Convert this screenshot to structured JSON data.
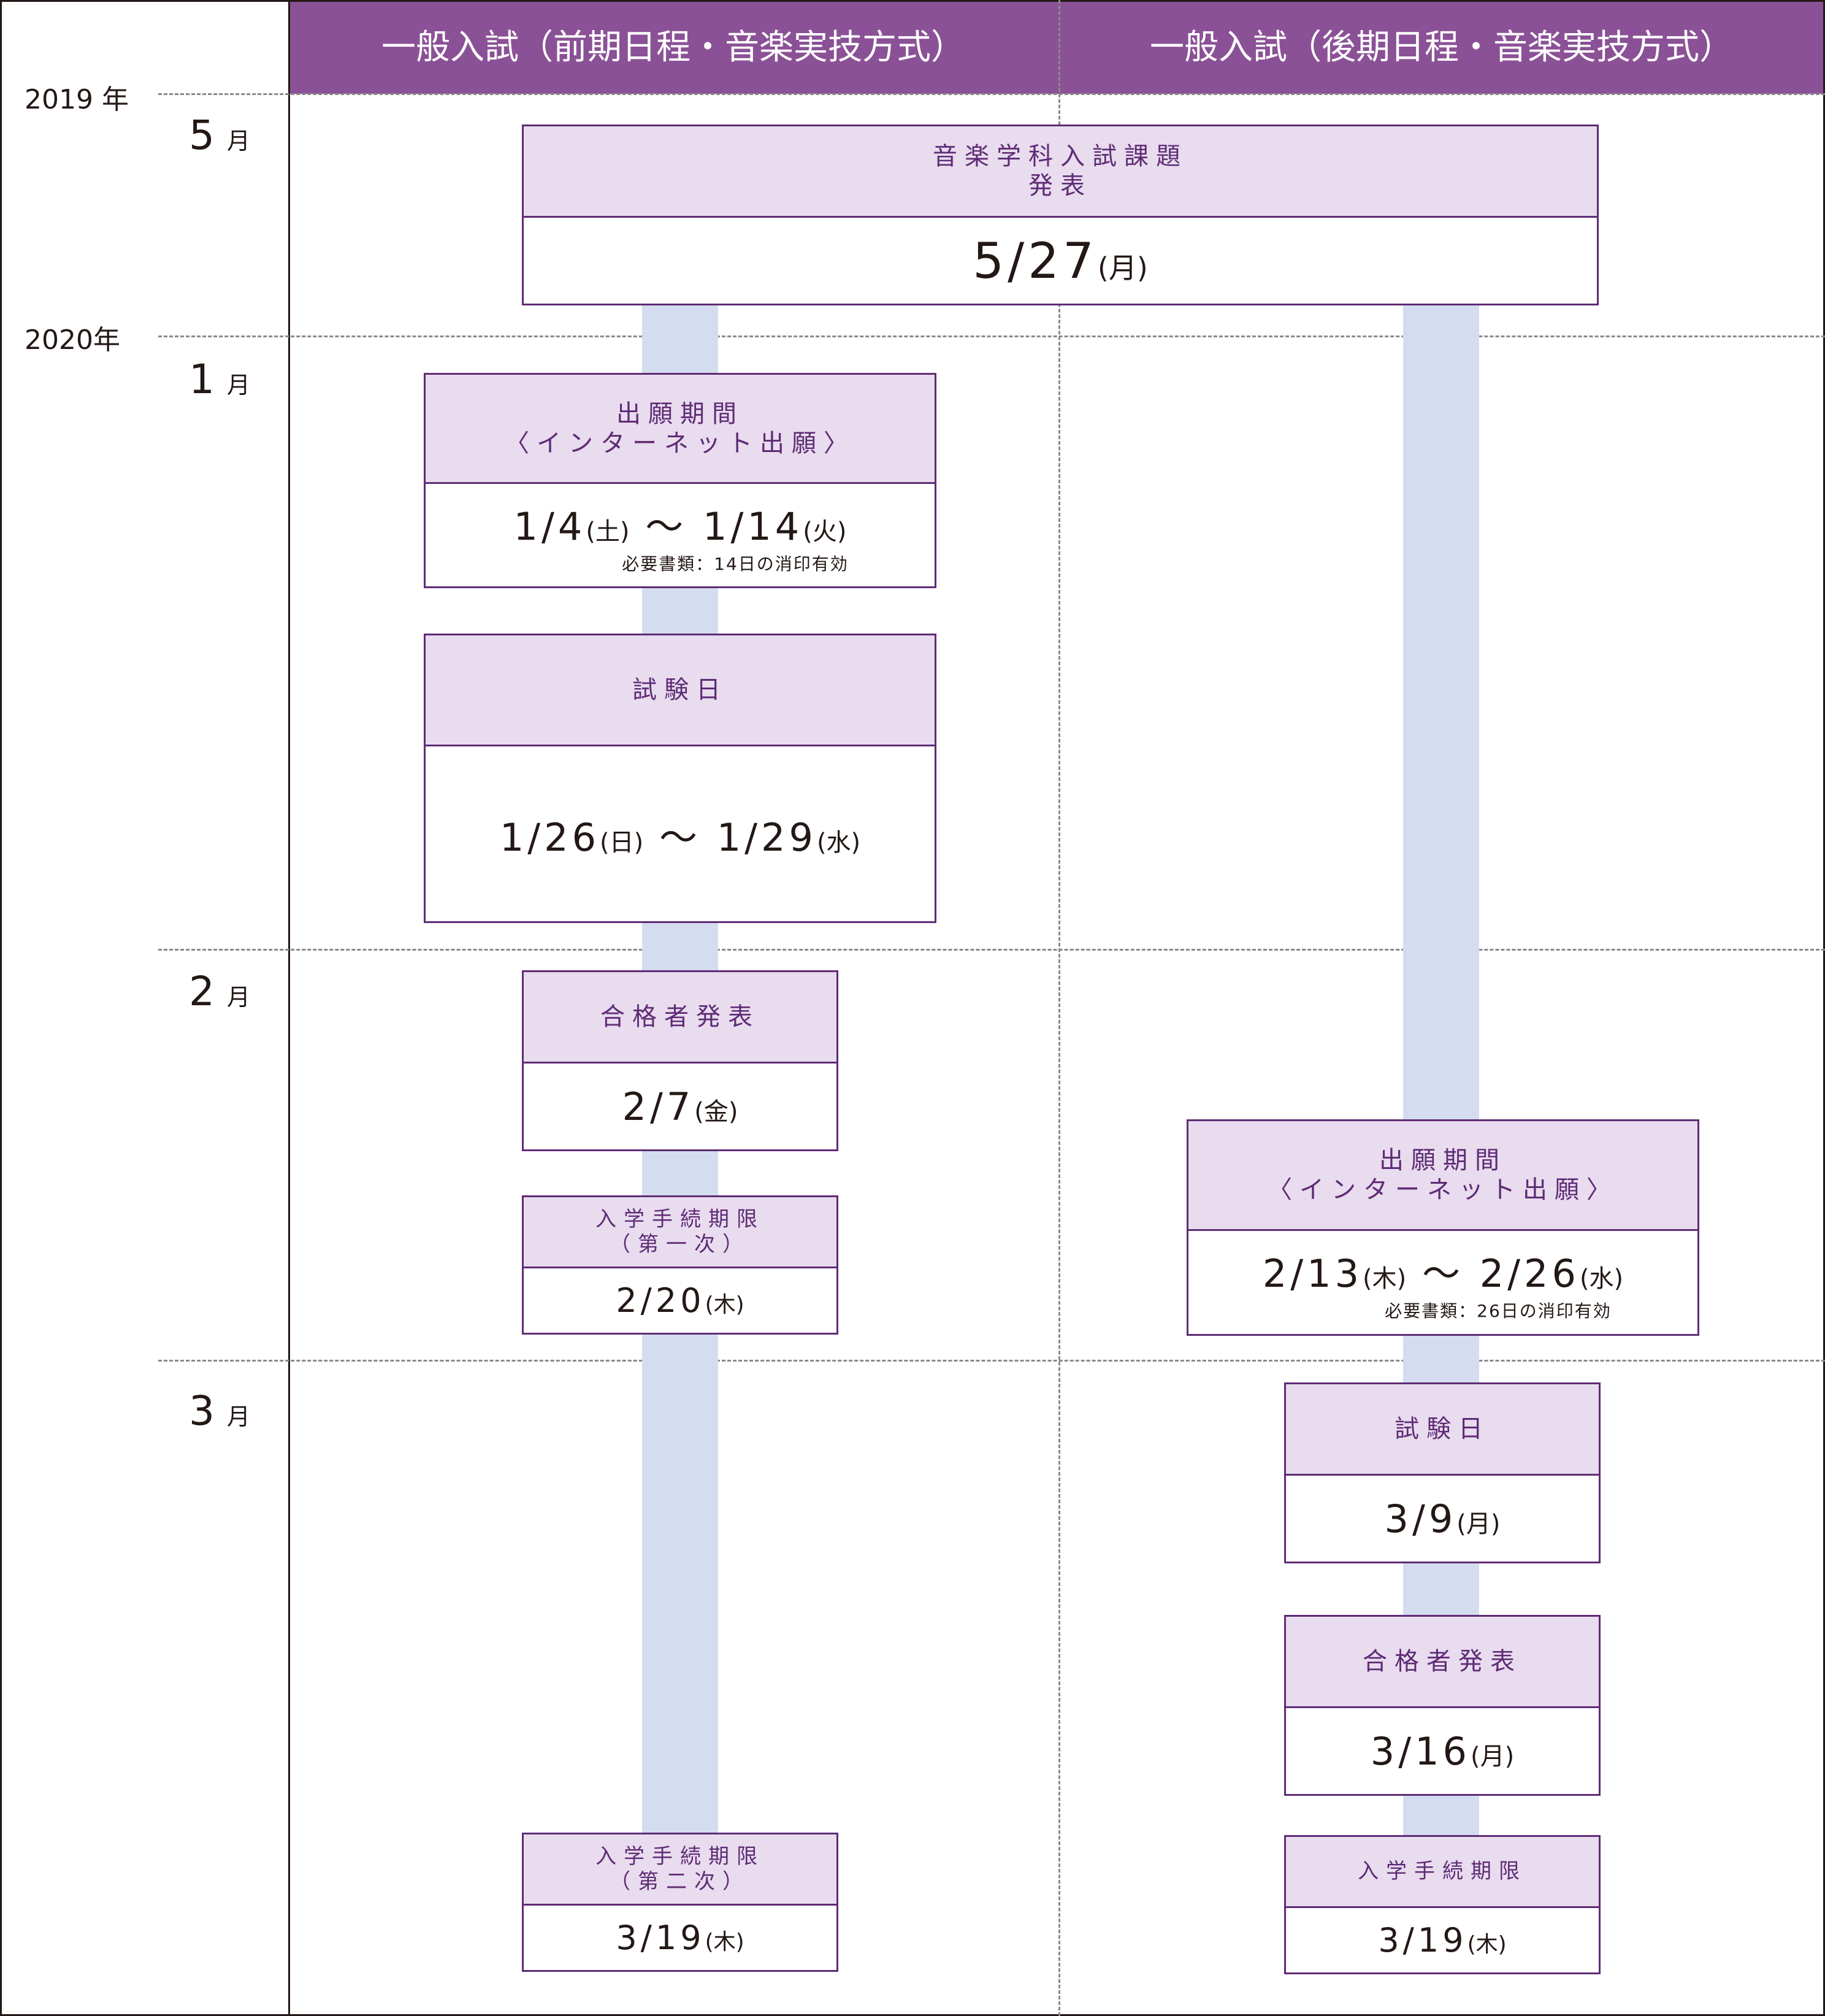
{
  "columns": [
    "一般入試（前期日程・音楽実技方式）",
    "一般入試（後期日程・音楽実技方式）"
  ],
  "years": [
    "2019 年",
    "2020年"
  ],
  "months": [
    {
      "num": "5",
      "unit": "月"
    },
    {
      "num": "1",
      "unit": "月"
    },
    {
      "num": "2",
      "unit": "月"
    },
    {
      "num": "3",
      "unit": "月"
    }
  ],
  "common": {
    "announce": {
      "title1": "音楽学科入試課題",
      "title2": "発表",
      "date": "5/27",
      "day": "(月)"
    }
  },
  "first_term": {
    "apply": {
      "title1": "出願期間",
      "title2": "〈インターネット出願〉",
      "date_from": "1/4",
      "day_from": "(土)",
      "tilde": "～",
      "date_to": "1/14",
      "day_to": "(火)",
      "note": "必要書類：14日の消印有効"
    },
    "exam": {
      "title": "試験日",
      "date_from": "1/26",
      "day_from": "(日)",
      "tilde": "～",
      "date_to": "1/29",
      "day_to": "(水)"
    },
    "result": {
      "title": "合格者発表",
      "date": "2/7",
      "day": "(金)"
    },
    "proc1": {
      "title1": "入学手続期限",
      "title2": "（第一次）",
      "date": "2/20",
      "day": "(木)"
    },
    "proc2": {
      "title1": "入学手続期限",
      "title2": "（第二次）",
      "date": "3/19",
      "day": "(木)"
    }
  },
  "second_term": {
    "apply": {
      "title1": "出願期間",
      "title2": "〈インターネット出願〉",
      "date_from": "2/13",
      "day_from": "(木)",
      "tilde": "～",
      "date_to": "2/26",
      "day_to": "(水)",
      "note": "必要書類：26日の消印有効"
    },
    "exam": {
      "title": "試験日",
      "date": "3/9",
      "day": "(月)"
    },
    "result": {
      "title": "合格者発表",
      "date": "3/16",
      "day": "(月)"
    },
    "proc": {
      "title": "入学手続期限",
      "date": "3/19",
      "day": "(木)"
    }
  },
  "colors": {
    "header": "#8b5196",
    "box_border": "#5f2b76",
    "box_head": "#e8dcee",
    "bar": "#d3ddef"
  }
}
